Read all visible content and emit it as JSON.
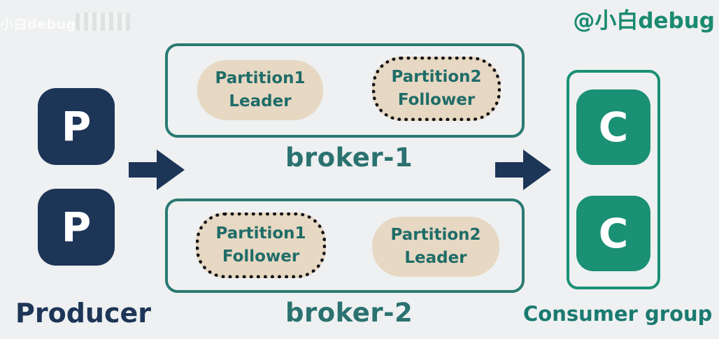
{
  "watermark": {
    "top_left": "小白debug",
    "top_right": "@小白debug"
  },
  "producer": {
    "items": [
      "P",
      "P"
    ],
    "label": "Producer"
  },
  "brokers": [
    {
      "name": "broker-1",
      "partitions": [
        {
          "line1": "Partition1",
          "line2": "Leader"
        },
        {
          "line1": "Partition2",
          "line2": "Follower"
        }
      ]
    },
    {
      "name": "broker-2",
      "partitions": [
        {
          "line1": "Partition1",
          "line2": "Follower"
        },
        {
          "line1": "Partition2",
          "line2": "Leader"
        }
      ]
    }
  ],
  "consumer": {
    "items": [
      "C",
      "C"
    ],
    "label": "Consumer group"
  },
  "colors": {
    "producer": "#1d3557",
    "consumer": "#1a9075",
    "broker_border": "#2a7a73",
    "partition_fill": "#e7d8c3",
    "arrow": "#1d3557"
  },
  "icons": [
    "arrow-right-icon",
    "arrow-right-icon"
  ]
}
